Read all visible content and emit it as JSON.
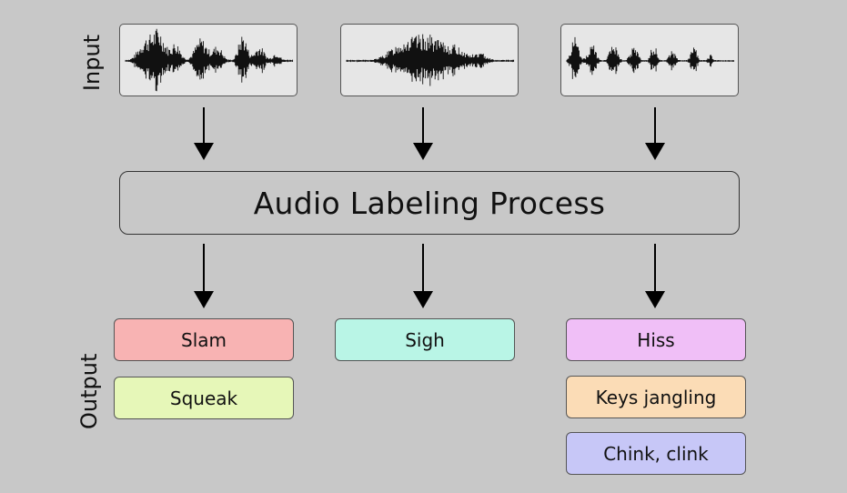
{
  "labels": {
    "input": "Input",
    "output": "Output"
  },
  "process": {
    "title": "Audio Labeling Process"
  },
  "inputs": [
    {
      "icon": "waveform-icon"
    },
    {
      "icon": "waveform-icon"
    },
    {
      "icon": "waveform-icon"
    }
  ],
  "outputs": {
    "col1": [
      {
        "label": "Slam",
        "color": "#f8b3b3"
      },
      {
        "label": "Squeak",
        "color": "#e6f7b8"
      }
    ],
    "col2": [
      {
        "label": "Sigh",
        "color": "#b9f5e6"
      }
    ],
    "col3": [
      {
        "label": "Hiss",
        "color": "#f0bff7"
      },
      {
        "label": "Keys jangling",
        "color": "#fbdcb6"
      },
      {
        "label": "Chink, clink",
        "color": "#c7c7f7"
      }
    ]
  }
}
